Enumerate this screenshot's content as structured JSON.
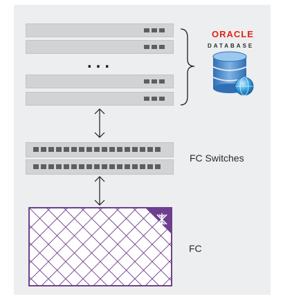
{
  "servers": {
    "ellipsis": "..."
  },
  "oracle": {
    "brand": "ORACLE",
    "product": "DATABASE"
  },
  "switches": {
    "label": "FC Switches"
  },
  "storage": {
    "label": "FC"
  },
  "colors": {
    "background": "#eceeef",
    "server_fill": "#d2d3d4",
    "led": "#5b5e62",
    "oracle_red": "#e2231a",
    "storage_accent": "#6e3f8e",
    "storage_grid": "#6e3f8e",
    "database_blue": "#3b7fc4"
  },
  "icons": {
    "arrows": "double-headed-vertical-arrow",
    "brace": "curly-brace",
    "database": "database-cylinder-globe-icon",
    "storage_badge": "snowflake-x-icon"
  }
}
